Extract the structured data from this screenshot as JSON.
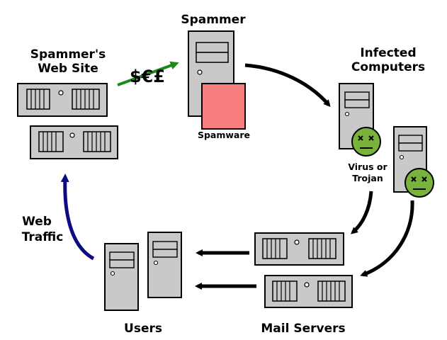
{
  "colors": {
    "server": "#c9c9c9",
    "spamware_box": "#f77f7f",
    "virus_face": "#7ab33c",
    "money_arrow": "#1a8a1a",
    "web_traffic_arrow": "#0c0c80",
    "flow_arrow": "#000000"
  },
  "labels": {
    "spammer": "Spammer",
    "spammers_site_line1": "Spammer's",
    "spammers_site_line2": "Web Site",
    "money": "$€£",
    "spamware": "Spamware",
    "infected_line1": "Infected",
    "infected_line2": "Computers",
    "virus_line1": "Virus or",
    "virus_line2": "Trojan",
    "web_traffic_line1": "Web",
    "web_traffic_line2": "Traffic",
    "users": "Users",
    "mail_servers": "Mail Servers"
  },
  "icons": {
    "tower": "tower-computer-icon",
    "rack": "rack-server-icon",
    "virus": "virus-face-icon"
  }
}
